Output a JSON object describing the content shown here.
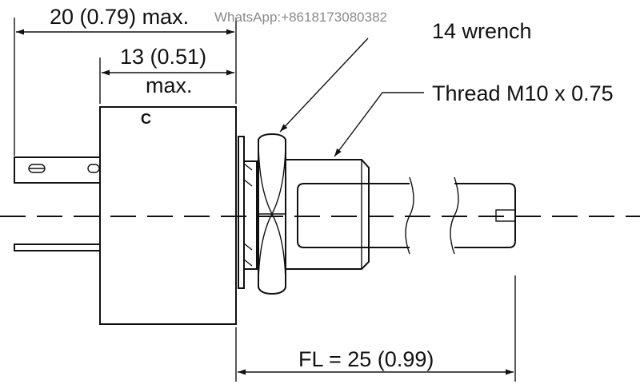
{
  "labels": {
    "overall_length": "20 (0.79) max.",
    "body_length": "13 (0.51)",
    "body_length_suffix": "max.",
    "wrench": "14 wrench",
    "thread": "Thread M10 x 0.75",
    "flat_length": "FL = 25 (0.99)",
    "body_mark": "C"
  },
  "watermark": "WhatsApp:+8618173080382",
  "colors": {
    "line": "#111111",
    "watermark": "#8a8a8a",
    "background": "#ffffff"
  }
}
